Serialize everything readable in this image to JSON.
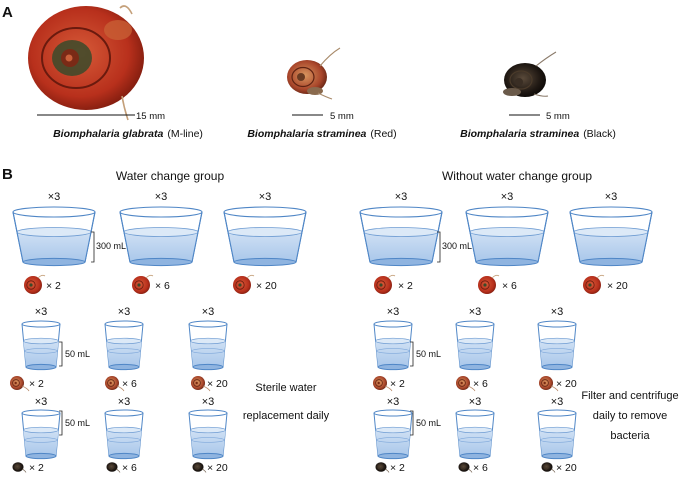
{
  "panel_a": {
    "label": "A",
    "snails": [
      {
        "species": "Biomphalaria glabrata",
        "variant": "(M-line)",
        "scale": "15 mm",
        "shell_color": "#b8301c",
        "body_color": "#3a4a2a"
      },
      {
        "species": "Biomphalaria straminea",
        "variant": "(Red)",
        "scale": "5 mm",
        "shell_color": "#a8452a",
        "body_color": "#6b3b22"
      },
      {
        "species": "Biomphalaria straminea",
        "variant": "(Black)",
        "scale": "5 mm",
        "shell_color": "#1e1712",
        "body_color": "#5a4a3a"
      }
    ]
  },
  "panel_b": {
    "label": "B",
    "groups": [
      {
        "title": "Water change group",
        "large_volume": "300 mL",
        "small_volume": "50 mL",
        "note": [
          "Sterile water",
          "replacement daily"
        ],
        "large_row": [
          {
            "rep": "×3",
            "count": "× 2"
          },
          {
            "rep": "×3",
            "count": "× 6"
          },
          {
            "rep": "×3",
            "count": "× 20"
          }
        ],
        "red_row": [
          {
            "rep": "×3",
            "count": "× 2"
          },
          {
            "rep": "×3",
            "count": "× 6"
          },
          {
            "rep": "×3",
            "count": "× 20"
          }
        ],
        "black_row": [
          {
            "rep": "×3",
            "count": "× 2"
          },
          {
            "rep": "×3",
            "count": "× 6"
          },
          {
            "rep": "×3",
            "count": "× 20"
          }
        ]
      },
      {
        "title": "Without water change group",
        "large_volume": "300 mL",
        "small_volume": "50 mL",
        "note": [
          "Filter and centrifuge",
          "daily to remove",
          "bacteria"
        ],
        "large_row": [
          {
            "rep": "×3",
            "count": "× 2"
          },
          {
            "rep": "×3",
            "count": "× 6"
          },
          {
            "rep": "×3",
            "count": "× 20"
          }
        ],
        "red_row": [
          {
            "rep": "×3",
            "count": "× 2"
          },
          {
            "rep": "×3",
            "count": "× 6"
          },
          {
            "rep": "×3",
            "count": "× 20"
          }
        ],
        "black_row": [
          {
            "rep": "×3",
            "count": "× 2"
          },
          {
            "rep": "×3",
            "count": "× 6"
          },
          {
            "rep": "×3",
            "count": "× 20"
          }
        ]
      }
    ]
  },
  "colors": {
    "container_outline": "#4f86c6",
    "water_light": "#dce9f7",
    "water_dark": "#9fc0e6",
    "m_line_shell": "#b8301c",
    "red_shell": "#a8452a",
    "black_shell": "#1e1712"
  }
}
